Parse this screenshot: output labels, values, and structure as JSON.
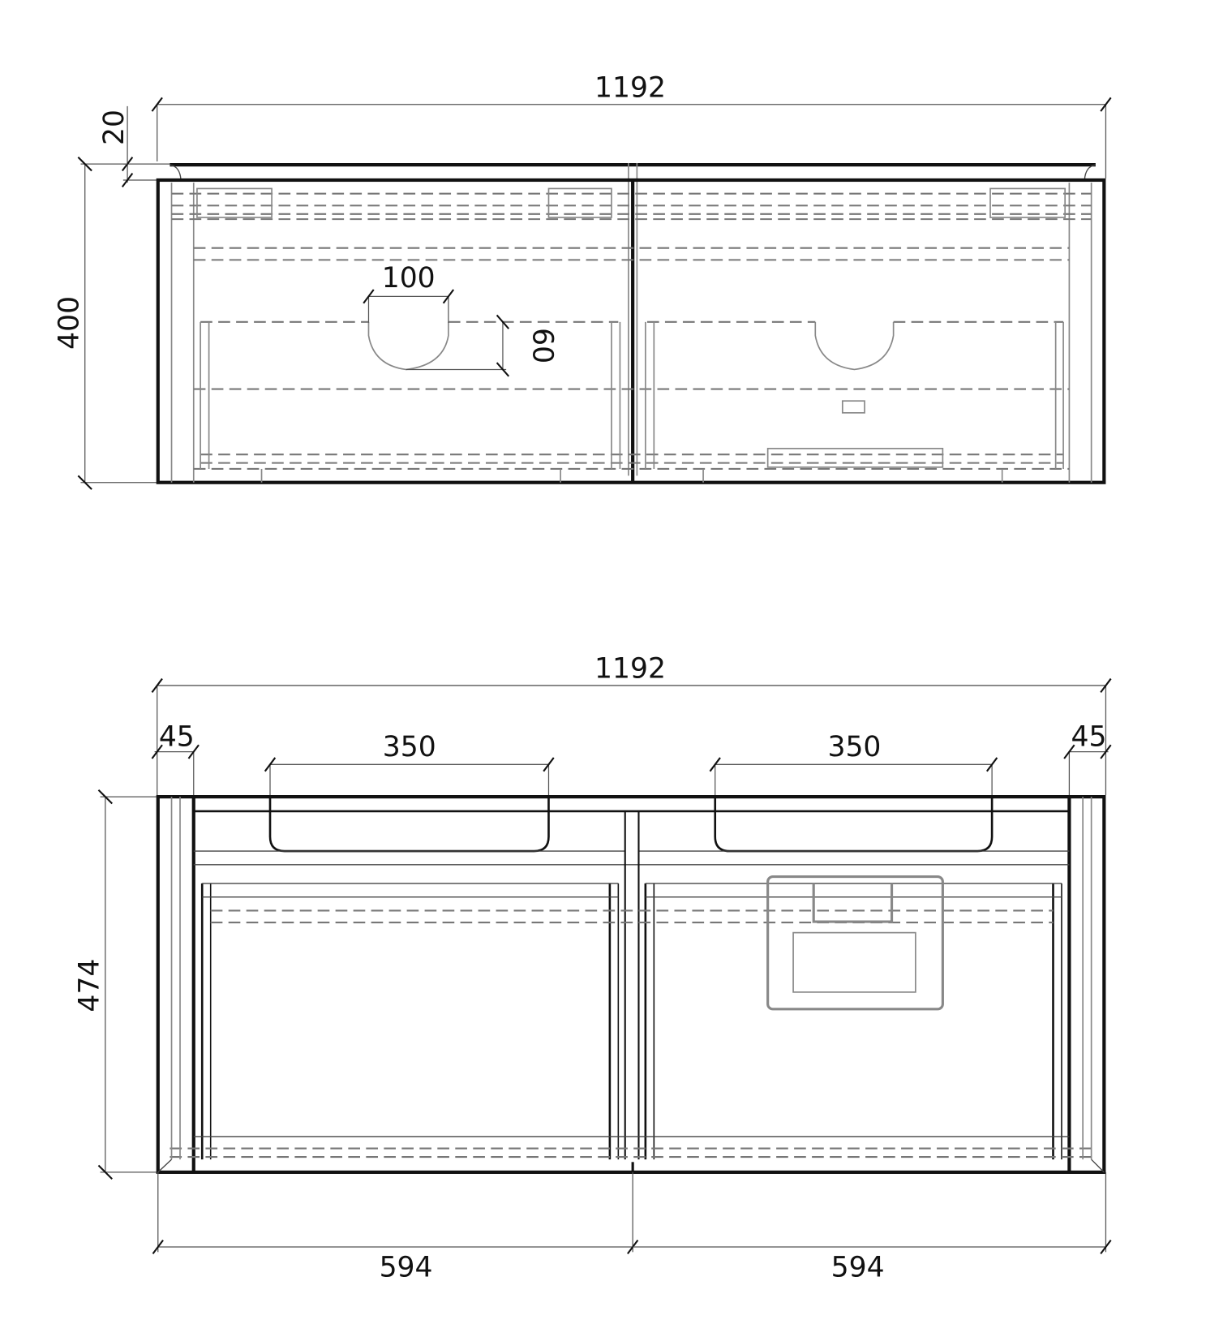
{
  "front_view": {
    "width_label": "1192",
    "top_thickness_label": "20",
    "height_label": "400",
    "cutout_width_label": "100",
    "cutout_depth_label": "60"
  },
  "plan_view": {
    "width_label": "1192",
    "left_side_label": "45",
    "right_side_label": "45",
    "left_basin_label": "350",
    "right_basin_label": "350",
    "depth_label": "474",
    "left_module_label": "594",
    "right_module_label": "594"
  }
}
